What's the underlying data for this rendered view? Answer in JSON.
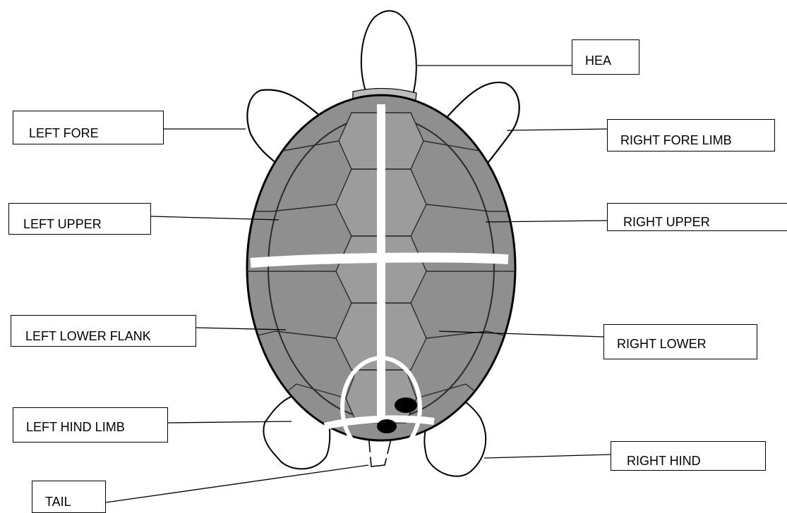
{
  "diagram": {
    "subject": "turtle-dorsal-view",
    "colors": {
      "ink": "#000000",
      "shell": "#8f8f8f",
      "background": "#ffffff"
    },
    "labels": [
      {
        "id": "head",
        "text": "HEA"
      },
      {
        "id": "left-fore-limb",
        "text": "LEFT FORE"
      },
      {
        "id": "right-fore-limb",
        "text": "RIGHT FORE LIMB"
      },
      {
        "id": "left-upper-flank",
        "text": "LEFT UPPER"
      },
      {
        "id": "right-upper-flank",
        "text": "RIGHT UPPER"
      },
      {
        "id": "left-lower-flank",
        "text": "LEFT LOWER FLANK"
      },
      {
        "id": "right-lower-flank",
        "text": "RIGHT LOWER"
      },
      {
        "id": "left-hind-limb",
        "text": "LEFT HIND LIMB"
      },
      {
        "id": "right-hind-limb",
        "text": "RIGHT HIND"
      },
      {
        "id": "tail",
        "text": "TAIL"
      }
    ]
  }
}
